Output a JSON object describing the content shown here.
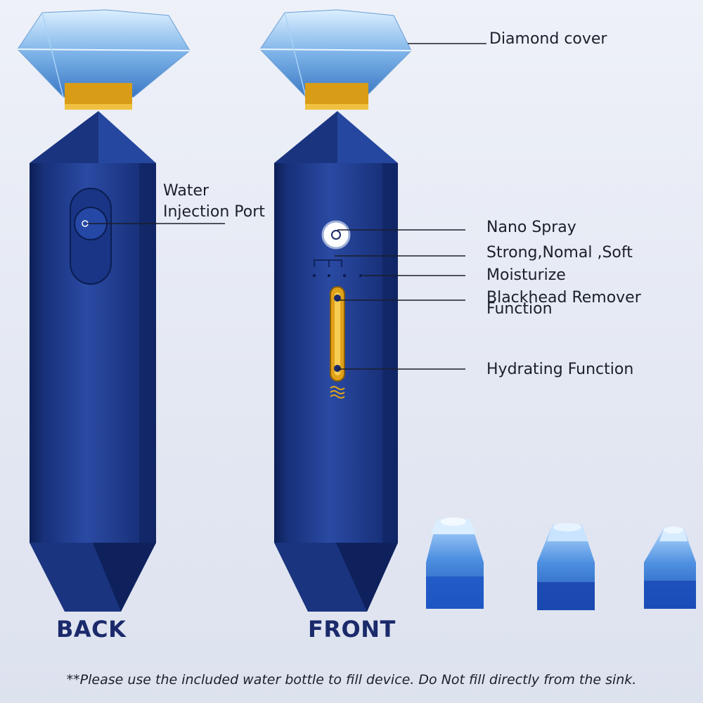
{
  "labels": {
    "diamond_cover": "Diamond cover",
    "water_port_line1": "Water",
    "water_port_line2": "Injection Port",
    "nano_spray": "Nano Spray",
    "strength": "Strong,Nomal ,Soft",
    "moisturize": "Moisturize",
    "blackhead_line1": "Blackhead Remover",
    "blackhead_line2": "Function",
    "hydrating": "Hydrating Function"
  },
  "views": {
    "back": "BACK",
    "front": "FRONT"
  },
  "footer": {
    "note": "**Please use the included water bottle to fill device. Do Not fill directly from the sink."
  },
  "colors": {
    "body_blue": "#1f3a8c",
    "label_blue": "#1b2a6b",
    "accent_gold": "#e0a21a",
    "crystal": "#8fc3ef"
  }
}
